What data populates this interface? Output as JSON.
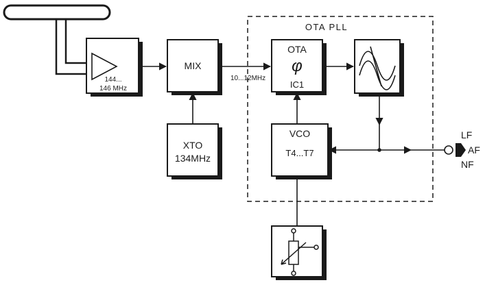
{
  "diagram": {
    "pll_group_label": "OTA PLL",
    "blocks": {
      "amplifier": {
        "line1": "144...",
        "line2": "146 MHz"
      },
      "mixer": {
        "label": "MIX"
      },
      "xtal_osc": {
        "line1": "XTO",
        "line2": "134MHz"
      },
      "ota": {
        "line1": "OTA",
        "symbol": "φ",
        "line2": "IC1"
      },
      "vco": {
        "line1": "VCO",
        "line2": "T4...T7"
      }
    },
    "signals": {
      "if_band": "10...12MHz"
    },
    "output_labels": [
      "LF",
      "AF",
      "NF"
    ]
  }
}
